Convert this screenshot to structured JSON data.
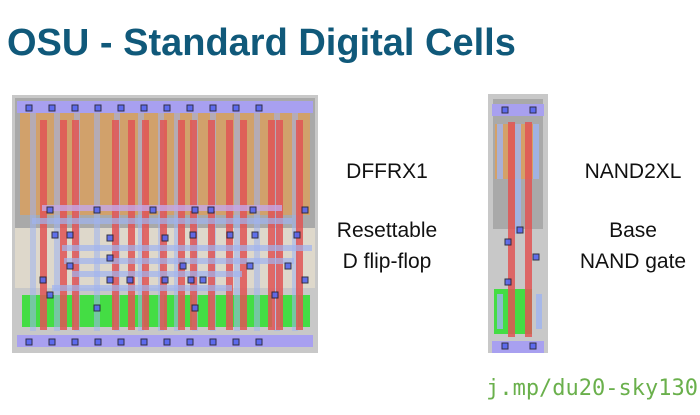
{
  "slide": {
    "title": "OSU - Standard Digital Cells",
    "link": "j.mp/du20-sky130"
  },
  "cells": [
    {
      "name": "DFFRX1",
      "description_line1": "Resettable",
      "description_line2": "D flip-flop"
    },
    {
      "name": "NAND2XL",
      "description_line1": "Base",
      "description_line2": "NAND gate"
    }
  ],
  "colors": {
    "title": "#10597a",
    "link": "#6ab04c",
    "poly": "#e05555",
    "metal1": "#9fb4f0",
    "diffusion": "#44dd44",
    "pdiff": "#d8a060",
    "rail": "#a8a0f0"
  }
}
